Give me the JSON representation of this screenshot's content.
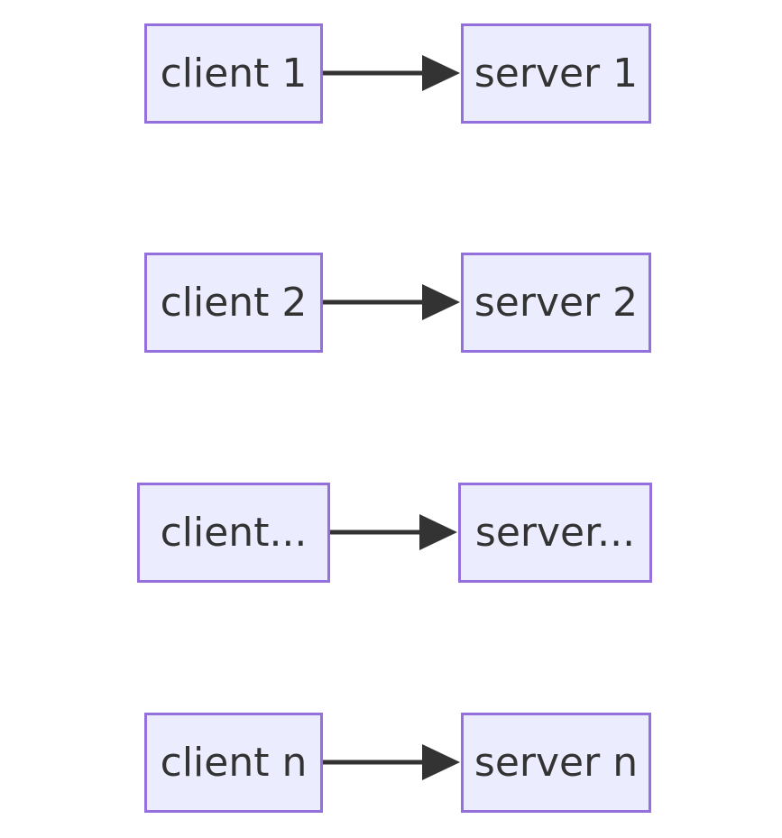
{
  "diagram": {
    "type": "flowchart",
    "orientation": "left-to-right pairs, stacked vertically",
    "background_color": "#ffffff",
    "node_fill_color": "#ececff",
    "node_border_color": "#9370db",
    "label_color": "#333333",
    "arrow_color": "#333333",
    "rows": [
      {
        "client": "client 1",
        "server": "server 1",
        "connector": "arrow-right"
      },
      {
        "client": "client 2",
        "server": "server 2",
        "connector": "arrow-right"
      },
      {
        "client": "client...",
        "server": "server...",
        "connector": "arrow-right"
      },
      {
        "client": "client n",
        "server": "server n",
        "connector": "arrow-right"
      }
    ]
  }
}
